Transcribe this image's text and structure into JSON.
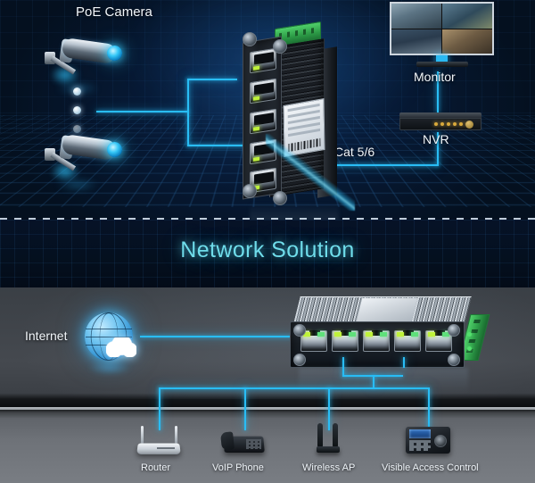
{
  "top_scene": {
    "labels": {
      "poe_camera": "PoE Camera",
      "monitor": "Monitor",
      "nvr": "NVR",
      "cable_type": "Cat 5/6"
    },
    "devices": {
      "switch": "industrial-din-rail-poe-switch-vertical",
      "camera": "bullet-poe-camera",
      "monitor": "surveillance-monitor-quad-view",
      "nvr": "network-video-recorder"
    },
    "camera_count_indicator": "ellipsis-three-dots",
    "port_count": 5
  },
  "banner": {
    "title": "Network Solution"
  },
  "bottom_scene": {
    "labels": {
      "internet": "Internet",
      "router": "Router",
      "voip_phone": "VoIP Phone",
      "wireless_ap": "Wireless AP",
      "access_control": "Visible Access Control"
    },
    "devices": {
      "switch": "industrial-poe-switch-horizontal",
      "internet": "globe-cloud-icon",
      "router": "wifi-router",
      "phone": "voip-desk-phone",
      "ap": "wireless-access-point",
      "access_control": "keypad-fingerprint-terminal"
    },
    "port_count": 5
  },
  "colors": {
    "link_line": "#29bdf5",
    "title": "#6fdcea",
    "label_text": "#f2f6fa",
    "terminal_block": "#2c9a46",
    "port_led": "#bff23a",
    "top_bg": "#04101f",
    "bottom_bg": "#45494f"
  }
}
